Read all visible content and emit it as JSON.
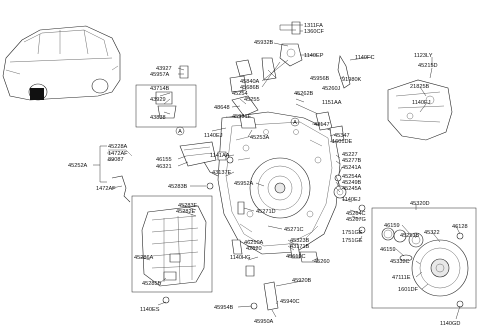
{
  "labels": {
    "c1": "1311FA",
    "c2": "1360CF",
    "c3": "45932B",
    "c4": "1140EP",
    "c5": "1140FC",
    "c6": "43927",
    "c7": "45957A",
    "c8": "45956B",
    "c9": "91980K",
    "c10": "45840A",
    "c11": "45686B",
    "c12": "45254",
    "c13": "45255",
    "c14": "45262B",
    "c15": "45260J",
    "c16": "43714B",
    "c17": "43929",
    "c18": "1151AA",
    "c19": "48648",
    "c20": "43838",
    "c21": "45931F",
    "c22": "43147",
    "c23": "1140EJ_a",
    "c24": "45253A",
    "c25": "45347",
    "c26": "1601DE",
    "c27": "1123LY",
    "c28": "45215D",
    "c29": "21825B",
    "c30": "1140EJ_b",
    "c31": "45228A",
    "c32": "1472AF",
    "c33": "89087",
    "c34": "46155",
    "c35": "46321",
    "c36": "1141AA",
    "c37": "45227",
    "c38": "45277B",
    "c39": "45241A",
    "c40": "45252A",
    "c41": "1472AF_b",
    "c42": "43137E",
    "c43": "45254A",
    "c44": "45249B",
    "c45": "45245A",
    "c46": "45283B",
    "c47": "45952A",
    "c48": "1140EJ_c",
    "c49": "45283F",
    "c50": "45282E",
    "c51": "45271D",
    "c52": "45264C",
    "c53": "45267G",
    "c54": "45320D",
    "c55": "45271C",
    "c56": "1751GE",
    "c57": "1751GE_b",
    "c58": "46159",
    "c59": "45253B",
    "c60": "45322",
    "c61": "46128",
    "c62": "46210A",
    "c63": "42620",
    "c64": "45323B",
    "c65": "43171B",
    "c66": "46159_b",
    "c67": "45286A",
    "c68": "1140HG",
    "c69": "45612C",
    "c70": "45260",
    "c71": "45332C",
    "c72": "47111E",
    "c73": "1601DF",
    "c74": "45285B",
    "c75": "45920B",
    "c76": "45940C",
    "c77": "45954B",
    "c78": "1140ES",
    "c79": "45950A",
    "c80": "1140GD"
  },
  "text": {
    "c23": "1140EJ",
    "c30": "1140EJ",
    "c41": "1472AF",
    "c48": "1140EJ",
    "c57": "1751GE",
    "c66": "46159"
  },
  "callouts": {
    "a1": "A",
    "a2": "A"
  }
}
